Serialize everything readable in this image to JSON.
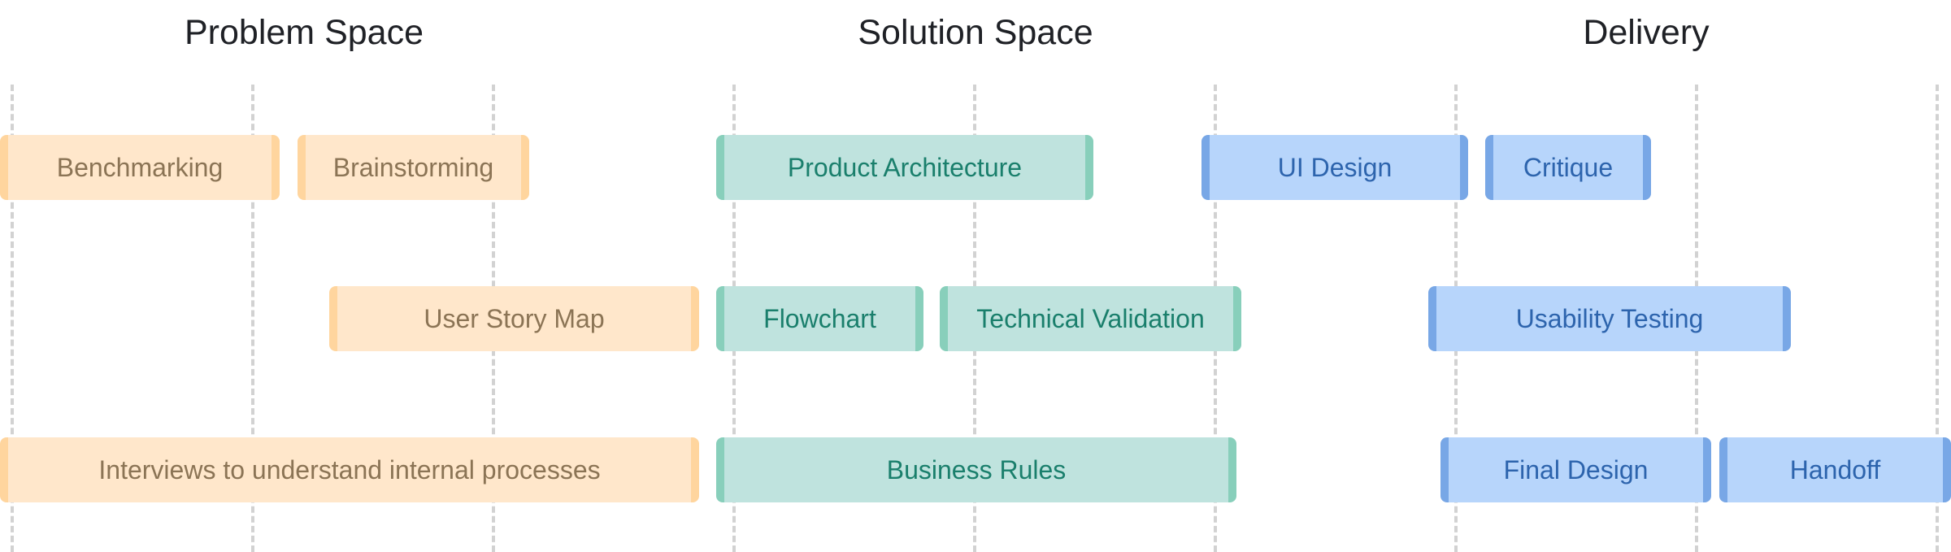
{
  "phases": {
    "problem": {
      "title": "Problem Space"
    },
    "solution": {
      "title": "Solution Space"
    },
    "delivery": {
      "title": "Delivery"
    }
  },
  "colors": {
    "problem_fill": "#ffe7cb",
    "problem_edge": "#ffd59e",
    "problem_text": "#8b7455",
    "solution_fill": "#bfe3de",
    "solution_edge": "#88cfbb",
    "solution_text": "#1a7f6c",
    "delivery_fill": "#b7d5fb",
    "delivery_edge": "#78a7e6",
    "delivery_text": "#2d64ad",
    "gridline": "#d2d2d2"
  },
  "tasks": {
    "benchmarking": "Benchmarking",
    "brainstorming": "Brainstorming",
    "user_story_map": "User Story Map",
    "interviews": "Interviews to understand internal processes",
    "product_architecture": "Product Architecture",
    "flowchart": "Flowchart",
    "technical_validation": "Technical Validation",
    "business_rules": "Business Rules",
    "ui_design": "UI Design",
    "critique": "Critique",
    "usability_testing": "Usability Testing",
    "final_design": "Final Design",
    "handoff": "Handoff"
  }
}
